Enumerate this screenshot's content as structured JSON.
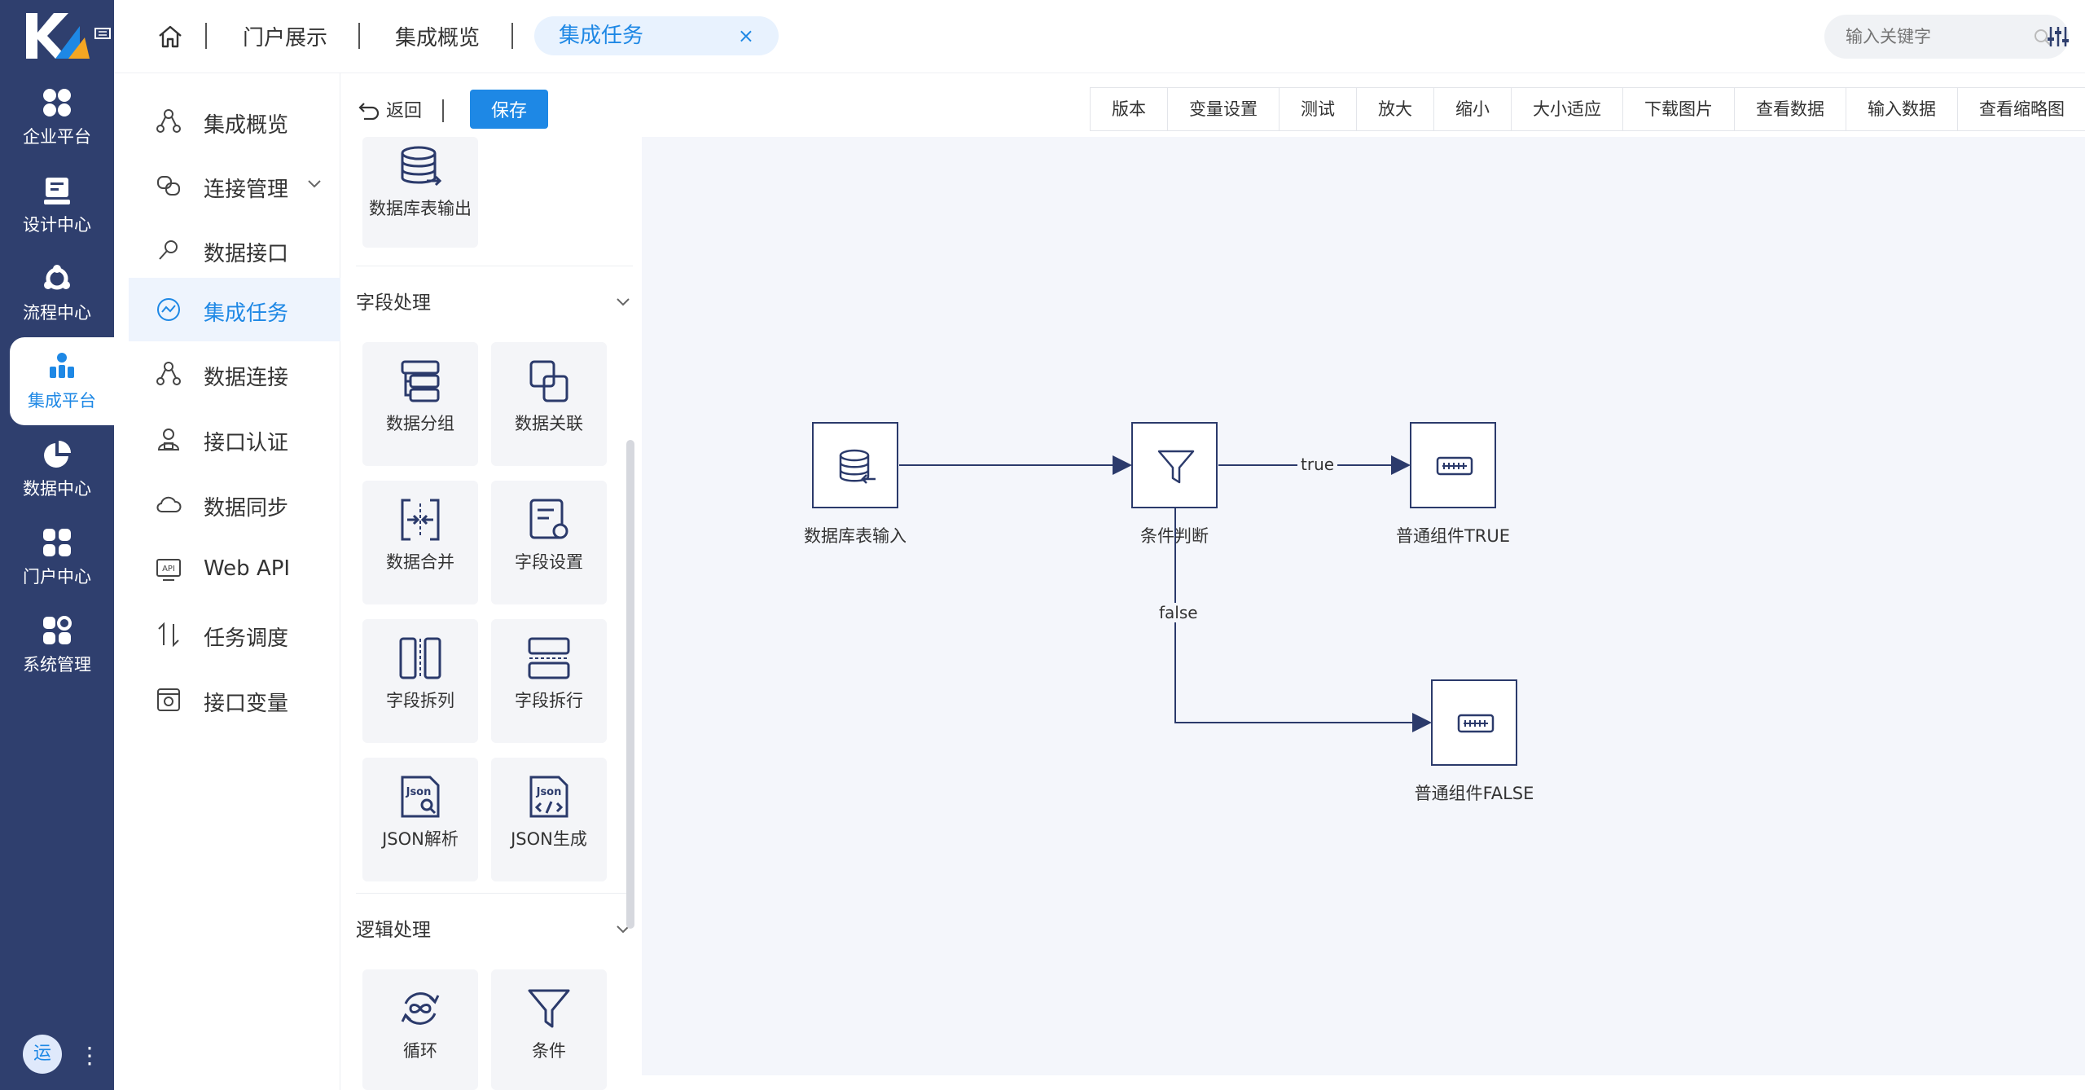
{
  "rail": {
    "items": [
      {
        "label": "企业平台",
        "icon": "grid-icon"
      },
      {
        "label": "设计中心",
        "icon": "design-icon"
      },
      {
        "label": "流程中心",
        "icon": "flow-icon"
      },
      {
        "label": "集成平台",
        "icon": "integration-icon"
      },
      {
        "label": "数据中心",
        "icon": "pie-icon"
      },
      {
        "label": "门户中心",
        "icon": "grid-icon"
      },
      {
        "label": "系统管理",
        "icon": "settings-grid-icon"
      }
    ],
    "active_index": 3,
    "avatar": "运"
  },
  "topbar": {
    "breadcrumbs": [
      "门户展示",
      "集成概览"
    ],
    "active_tab": "集成任务",
    "search_placeholder": "输入关键字"
  },
  "menu": {
    "items": [
      {
        "label": "集成概览"
      },
      {
        "label": "连接管理"
      },
      {
        "label": "数据接口"
      },
      {
        "label": "集成任务"
      },
      {
        "label": "数据连接"
      },
      {
        "label": "接口认证"
      },
      {
        "label": "数据同步"
      },
      {
        "label": "Web API"
      },
      {
        "label": "任务调度"
      },
      {
        "label": "接口变量"
      }
    ]
  },
  "tools": {
    "back_label": "返回",
    "save_label": "保存",
    "top_card": "数据库表输出",
    "section1": "字段处理",
    "section1_cards": [
      "数据分组",
      "数据关联",
      "数据合并",
      "字段设置",
      "字段拆列",
      "字段拆行",
      "JSON解析",
      "JSON生成"
    ],
    "section2": "逻辑处理",
    "section2_cards": [
      "循环",
      "条件"
    ]
  },
  "toolbar": [
    "版本",
    "变量设置",
    "测试",
    "放大",
    "缩小",
    "大小适应",
    "下载图片",
    "查看数据",
    "输入数据",
    "查看缩略图"
  ],
  "flow": {
    "nodes": [
      {
        "label": "数据库表输入"
      },
      {
        "label": "条件判断"
      },
      {
        "label": "普通组件TRUE"
      },
      {
        "label": "普通组件FALSE"
      }
    ],
    "edge_true": "true",
    "edge_false": "false"
  }
}
